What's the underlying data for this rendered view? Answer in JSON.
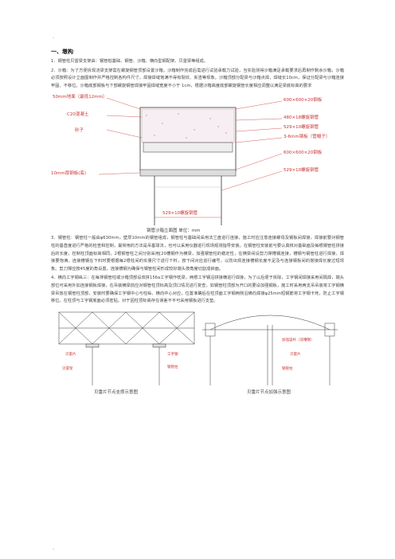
{
  "marks": {
    "top": "-",
    "bottom": "-"
  },
  "heading": "一、墩构",
  "paragraphs": [
    "1．钢管柱贝雷梁支架由：钢管桩基础、钢管、沙箱、横向型钢配架、贝雷梁等组成。",
    "2．沙箱：为了方便拆现浇梁支架需在螺旋钢管顶部设置沙箱，沙箱制作完成后需进行试验承载力试验，当实验测得沙箱满足承载要求后再制作剩余沙箱，沙箱必须按照设计立面图制作并严格控制各构件尺寸，焊接焊缝饱满不得有裂纹、夹渣等现象。沙箱顶部分配梁与沙箱点焊，焊缝长10cm，保证分配梁与沙箱连接牢固，不移位。沙箱底部钢板与下部螺旋钢管焊接牢固焊缝宽度不小于 1cm，根据沙箱高度底部螺旋钢管长度相应调整以满足梁底标高的要求"
  ],
  "diagram1": {
    "labels": {
      "top_left": "50mm地面（最低12mm）",
      "sand_box": "C20混凝土",
      "fill": "砂子",
      "top_right": "600×600×20钢板",
      "r1": "480×18螺旋钢管",
      "r2": "529×10螺旋钢管",
      "r3": "3-6mm钢板（管帽子）",
      "r4": "600×600×20钢板",
      "r5": "529×10螺旋钢管",
      "bottom_left": "10mm厚钢板(底)",
      "bottom_center": "529×10螺旋钢管"
    },
    "caption": "钢管沙箱立面图  单位：mm"
  },
  "paragraphs2": [
    "3．钢管柱：钢管柱一般由φ630mm，壁厚10mm的钢管组成，钢管柱与基础间采用法兰盘进行连接，施工时应注意连接螺母及钢板间焊接，焊接前要对钢管柱的垂直度进行严格的检查和控制，最常用的方法是吊垂球法，也可以采用仪器进行现场观测指导安装。在钢管柱安装前与要认真核对基础面及每根钢管柱拼接后的长度，控制柱顶面标高相同。2根钢管柱之间分别采用[20槽钢作为横梁，加强钢管柱的稳定性，在横梁间设剪刀撑槽钢连接，槽钢与钢管柱进行焊接，焊接要饱满。连接槽钢在下料时要根据每2根柱间的实量尺寸进行下料，按下间对应进行编号，以防出现连接槽钢长度不足及与连接钢板间的搭接焊长度过短现象。剪刀撑应按45度的角设置，连接槽钢为确保与钢管柱间形成较好端头按角度切割成斜面。",
    "4．横向工字钢纵三：在每排钢管柱或沙箱顶部设双拼156a工字钢作枕梁，两根工字钢沿拼接横进行焊接，为了以后便于拆除，工字钢间焊接采用间隔焊，端头部位可采用外加连接钢板焊接，在吊装横梁前应对钢管柱顶标高及顶口情况进行复查，如钢管柱顶部为开口的要设加强钢板，施工时采用两支吊吊装将工字钢横梁吊放在钢管柱顶部，安装时要确保工字钢中心与柱纵、横向中心对应，位置准确后在柱顶面工字钢两侧沿横向焊接φ25mm短钢筋将工字钢卡死，防止工字钢移位。在柱顶与工字钢底面必须密贴，对于因柱顶标高存在误差不平可采用钢板进行支垫。"
  ],
  "diagram2": {
    "left_caption": "贝雷片节点支撑示意图",
    "right_caption": "贝雷片节点加强示意图",
    "left_labels": {
      "a": "贝雷片",
      "b": "贝雷架",
      "c": "工字钢",
      "d": "钢管柱"
    },
    "right_labels": {
      "a": "加强竖杆（双槽钢）",
      "b": "贝雷片",
      "c": "钢管柱"
    }
  }
}
